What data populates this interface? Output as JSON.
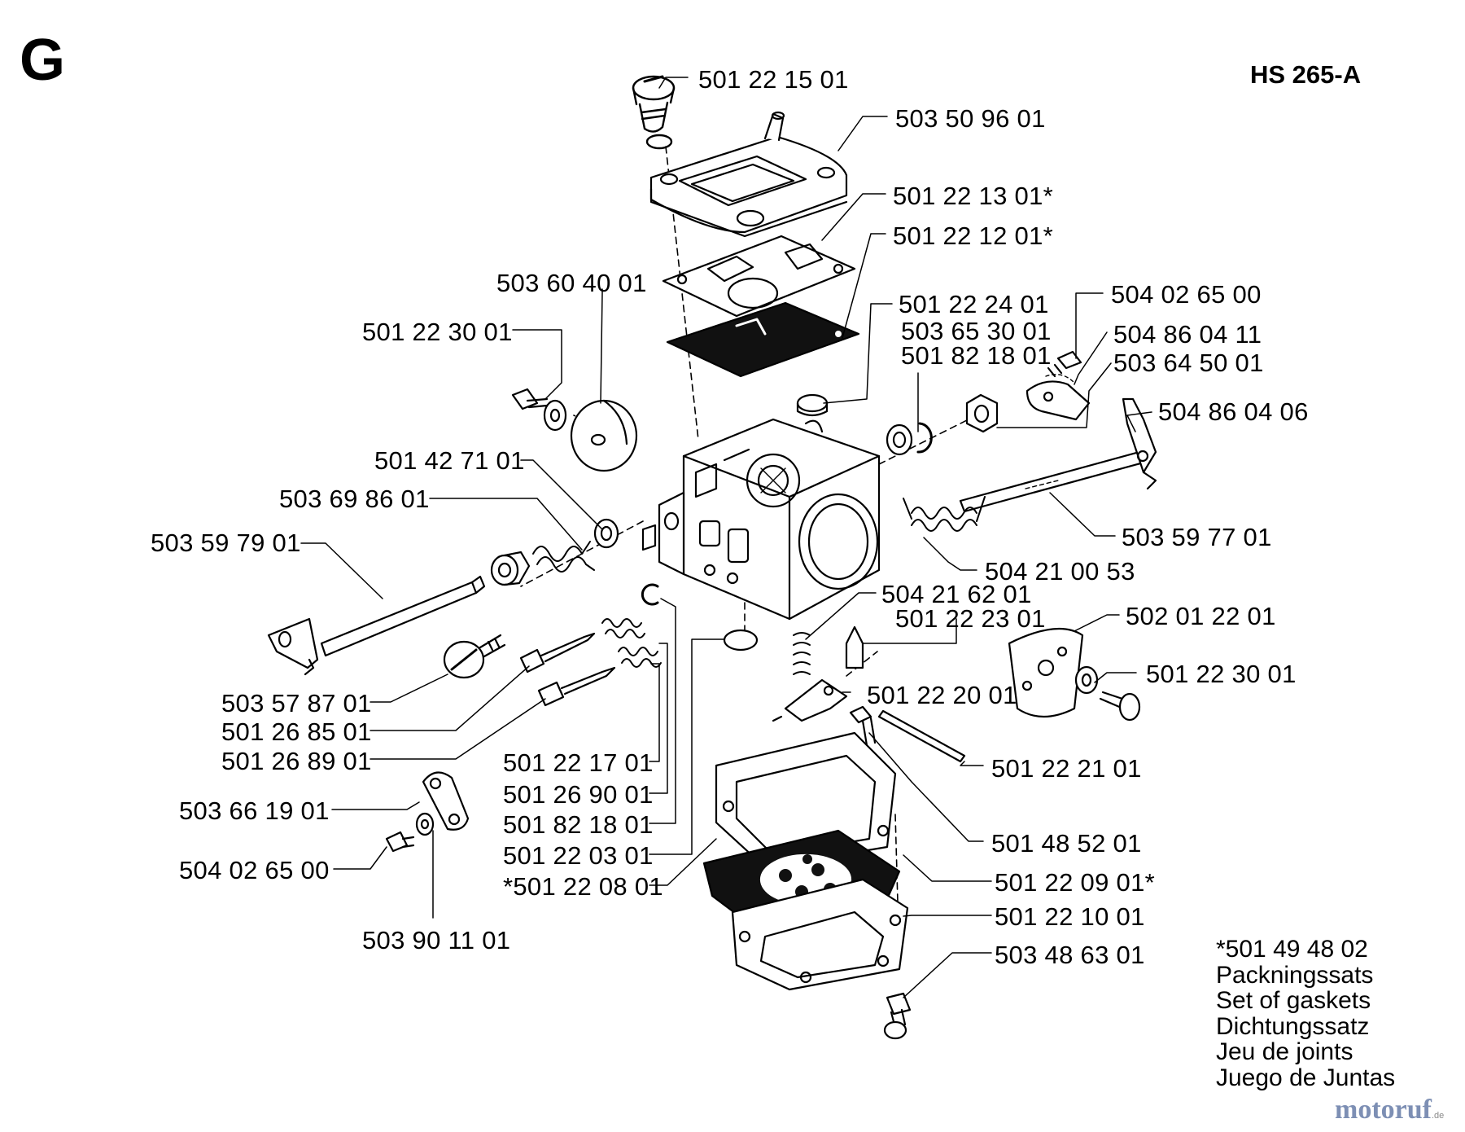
{
  "header": {
    "section_letter": "G",
    "model": "HS 265-A"
  },
  "labels": [
    {
      "id": "p01",
      "text": "501 22 15 01"
    },
    {
      "id": "p02",
      "text": "503 50 96 01"
    },
    {
      "id": "p03",
      "text": "501 22 13 01*"
    },
    {
      "id": "p04",
      "text": "501 22 12 01*"
    },
    {
      "id": "p05",
      "text": "503 60 40 01"
    },
    {
      "id": "p06",
      "text": "501 22 30 01"
    },
    {
      "id": "p07",
      "text": "501 22 24 01"
    },
    {
      "id": "p08",
      "text": "503 65 30 01"
    },
    {
      "id": "p09",
      "text": "501 82 18 01"
    },
    {
      "id": "p10",
      "text": "504 02 65 00"
    },
    {
      "id": "p11",
      "text": "504 86 04 11"
    },
    {
      "id": "p12",
      "text": "503 64 50 01"
    },
    {
      "id": "p13",
      "text": "504 86 04 06"
    },
    {
      "id": "p14",
      "text": "501 42 71 01"
    },
    {
      "id": "p15",
      "text": "503 69 86 01"
    },
    {
      "id": "p16",
      "text": "503 59 79 01"
    },
    {
      "id": "p17",
      "text": "503 59 77 01"
    },
    {
      "id": "p18",
      "text": "504 21 00 53"
    },
    {
      "id": "p19",
      "text": "504 21 62 01"
    },
    {
      "id": "p20",
      "text": "501 22 23 01"
    },
    {
      "id": "p21",
      "text": "502 01 22 01"
    },
    {
      "id": "p22",
      "text": "501 22 30 01"
    },
    {
      "id": "p23",
      "text": "501 22 20 01"
    },
    {
      "id": "p24",
      "text": "503 57 87 01"
    },
    {
      "id": "p25",
      "text": "501 26 85 01"
    },
    {
      "id": "p26",
      "text": "501 26 89 01"
    },
    {
      "id": "p27",
      "text": "501 22 17 01"
    },
    {
      "id": "p28",
      "text": "501 22 21 01"
    },
    {
      "id": "p29",
      "text": "501 26 90 01"
    },
    {
      "id": "p30",
      "text": "503 66 19 01"
    },
    {
      "id": "p31",
      "text": "501 82 18 01"
    },
    {
      "id": "p32",
      "text": "501 48 52 01"
    },
    {
      "id": "p33",
      "text": "504 02 65 00"
    },
    {
      "id": "p34",
      "text": "501 22 03 01"
    },
    {
      "id": "p35",
      "text": "*501 22 08 01"
    },
    {
      "id": "p36",
      "text": "501 22 09 01*"
    },
    {
      "id": "p37",
      "text": "501 22 10 01"
    },
    {
      "id": "p38",
      "text": "503 90 11 01"
    },
    {
      "id": "p39",
      "text": "503 48 63 01"
    }
  ],
  "gasket_set_note": {
    "part_number": "*501 49 48 02",
    "lines": [
      "Packningssats",
      "Set of gaskets",
      "Dichtungssatz",
      "Jeu de joints",
      "Juego de Juntas"
    ]
  },
  "watermark": {
    "text": "motoruf",
    "suffix": ".de"
  }
}
